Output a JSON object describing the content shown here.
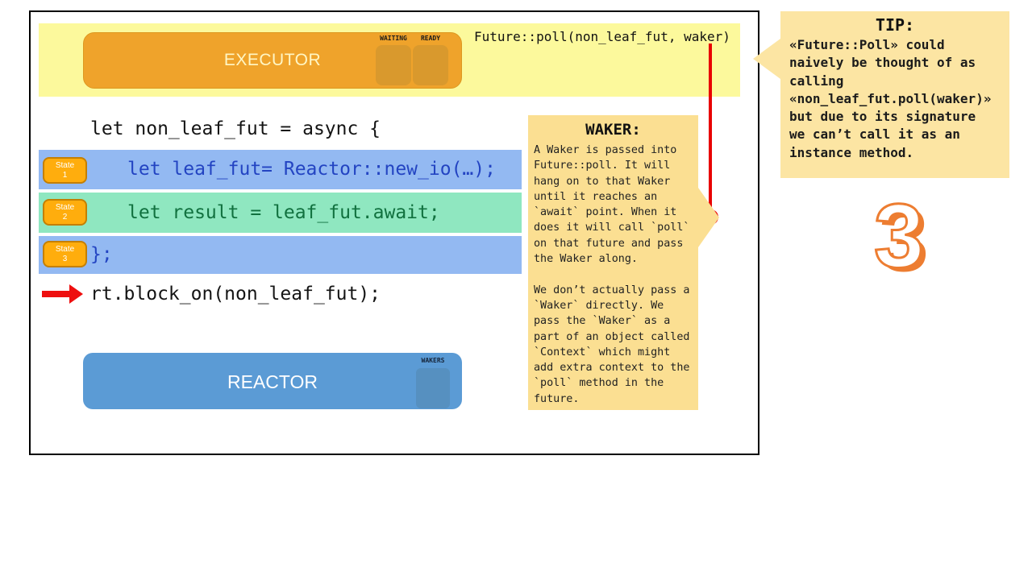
{
  "executor": {
    "label": "EXECUTOR",
    "waiting_label": "WAITING",
    "ready_label": "READY"
  },
  "poll_call": "Future::poll(non_leaf_fut, waker)",
  "code": {
    "async_open": "let non_leaf_fut = async {",
    "states": [
      {
        "badge": "State",
        "num": "1",
        "text": "let leaf_fut= Reactor::new_io(…);"
      },
      {
        "badge": "State",
        "num": "2",
        "text": "let result = leaf_fut.await;"
      },
      {
        "badge": "State",
        "num": "3",
        "text": "};"
      }
    ],
    "block_on": "rt.block_on(non_leaf_fut);"
  },
  "reactor": {
    "label": "REACTOR",
    "wakers_label": "WAKERS"
  },
  "waker_note": {
    "title": "WAKER:",
    "body": "A Waker is passed into\nFuture::poll. It will\nhang on to that Waker\nuntil it reaches an\n`await` point. When it\ndoes it will call `poll`\non that future and pass\nthe Waker along.\n\nWe don’t actually pass a\n`Waker` directly. We\npass the `Waker` as a\npart of an object called\n`Context` which might\nadd extra context to the\n`poll` method in the\nfuture."
  },
  "tip_note": {
    "title": "TIP:",
    "body": "«Future::Poll» could\nnaively be thought of as\ncalling\n«non_leaf_fut.poll(waker)»\nbut due to its signature\nwe can’t call it as an\ninstance method."
  },
  "step_number": "3",
  "colors": {
    "banner_yellow": "#FCF99C",
    "executor_orange": "#EFA32B",
    "slot_orange": "#D9992D",
    "badge_orange": "#FFAD0D",
    "row_blue": "#93B9F2",
    "row_blue_text": "#2344C2",
    "row_green": "#8FE7C0",
    "row_green_text": "#11713F",
    "reactor_blue": "#5B9BD5",
    "wakers_slot_blue": "#5690C0",
    "waker_note_yellow": "#FBDF92",
    "tip_note_yellow": "#FCE5A3",
    "accent_red": "#E80202",
    "step_orange": "#ED7D31"
  }
}
